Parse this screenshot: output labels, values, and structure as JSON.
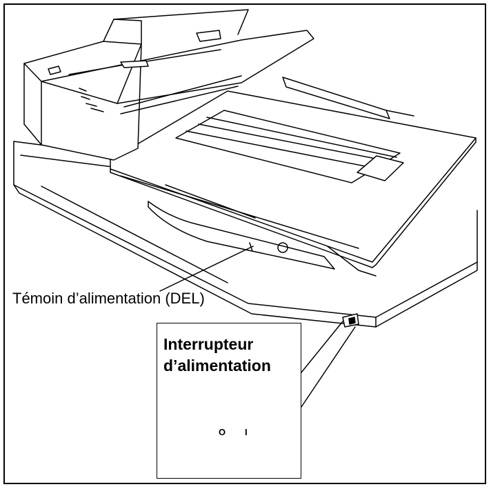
{
  "labels": {
    "led": "Témoin d’alimentation (DEL)",
    "switch_line1": "Interrupteur",
    "switch_line2": "d’alimentation",
    "switch_off": "O",
    "switch_on": "I"
  },
  "colors": {
    "line": "#000000",
    "background": "#ffffff"
  }
}
